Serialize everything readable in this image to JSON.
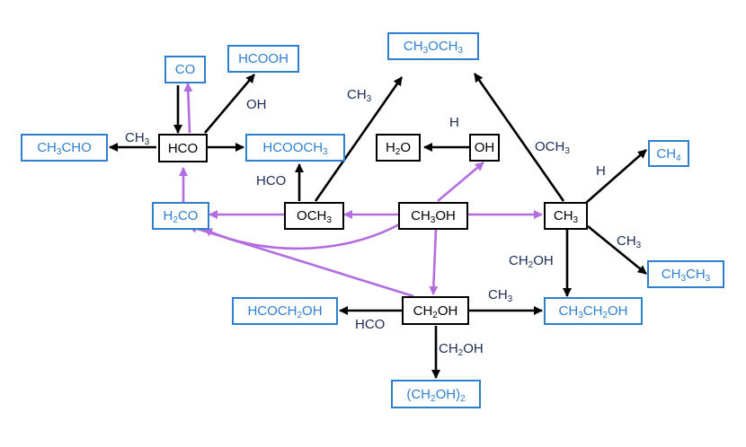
{
  "colors": {
    "intermediate_border": "#000000",
    "product_border": "#2f7fd0",
    "black_arrow": "#000000",
    "purple_arrow": "#b46de0",
    "label_text": "#1d2a55"
  },
  "nodes": {
    "hco": {
      "label": "HCO"
    },
    "och3": {
      "label": "OCH3"
    },
    "ch3oh": {
      "label": "CH3OH"
    },
    "ch3": {
      "label": "CH3"
    },
    "oh": {
      "label": "OH"
    },
    "h2o": {
      "label": "H2O"
    },
    "ch2oh": {
      "label": "CH2OH"
    },
    "co": {
      "label": "CO"
    },
    "hcooh": {
      "label": "HCOOH"
    },
    "ch3och3": {
      "label": "CH3OCH3"
    },
    "ch3cho": {
      "label": "CH3CHO"
    },
    "hcooch3": {
      "label": "HCOOCH3"
    },
    "ch4": {
      "label": "CH4"
    },
    "h2co": {
      "label": "H2CO"
    },
    "ch3ch3": {
      "label": "CH3CH3"
    },
    "hcoch2oh": {
      "label": "HCOCH2OH"
    },
    "ch3ch2oh": {
      "label": "CH3CH2OH"
    },
    "ch2oh2": {
      "label": "(CH2OH)2"
    }
  },
  "edge_labels": {
    "hcooh_oh": "OH",
    "ch3cho_ch3": "CH3",
    "hcooch3_hco": "HCO",
    "ch3och3_ch3": "CH3",
    "h2o_h": "H",
    "ch3och3_och3": "OCH3",
    "ch4_h": "H",
    "ch3ch3_ch3": "CH3",
    "ch3ch2oh_ch2oh": "CH2OH",
    "ch3ch2oh_ch3": "CH3",
    "hcoch2oh_hco": "HCO",
    "ch2oh2_ch2oh": "CH2OH"
  }
}
